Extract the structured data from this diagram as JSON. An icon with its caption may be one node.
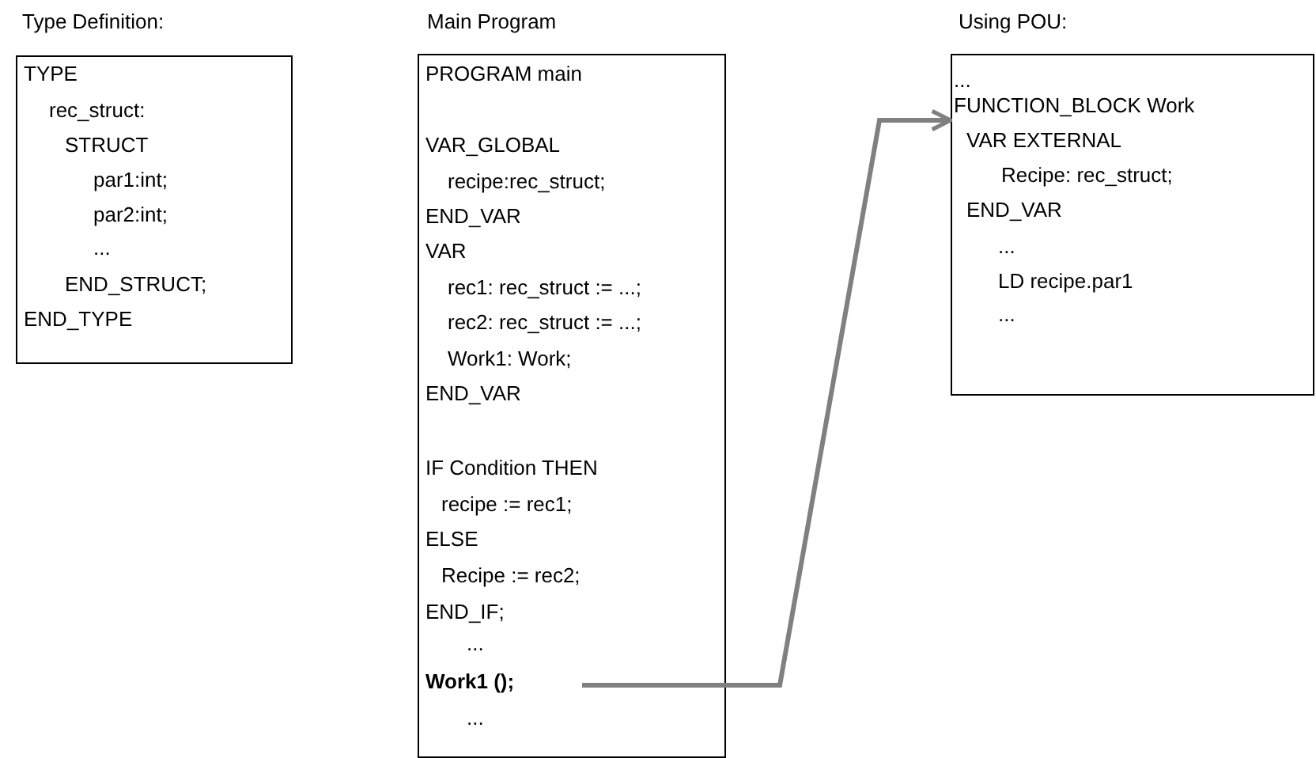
{
  "diagram": {
    "nodes": [
      {
        "text": [
          "Type Definition:",
          "TYPE",
          "rec_struct:",
          "STRUCT",
          "par1:int;",
          "par2:int;",
          "...",
          "END_STRUCT;",
          "END_TYPE"
        ]
      },
      {
        "text": [
          "Main Program",
          "PROGRAM main",
          "VAR_GLOBAL",
          "recipe:rec_struct;",
          "END_VAR",
          "VAR",
          "rec1: rec_struct := ...;",
          "rec2: rec_struct := ...;",
          "Work1: Work;",
          "END_VAR",
          "IF Condition THEN",
          "recipe := rec1;",
          "ELSE",
          "Recipe := rec2;",
          "END_IF;",
          "...",
          "Work1 ();",
          "..."
        ]
      },
      {
        "text": [
          "Using POU:",
          "...",
          "FUNCTION_BLOCK Work",
          "VAR EXTERNAL",
          "Recipe: rec_struct;",
          "END_VAR",
          "...",
          "LD recipe.par1",
          "..."
        ]
      }
    ],
    "edges": [
      {
        "from": 1,
        "to": 2,
        "arrow": "to",
        "color": "#808080"
      }
    ]
  }
}
